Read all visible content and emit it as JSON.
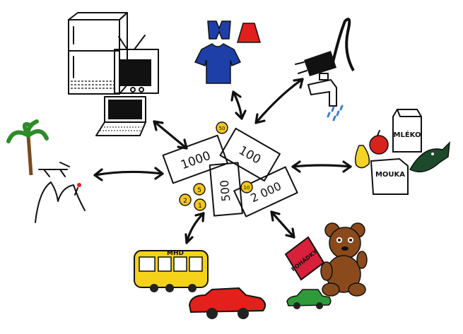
{
  "banknotes": {
    "note_1000": "1000",
    "note_100": "100",
    "note_500": "500",
    "note_2000": "2 000"
  },
  "coins": {
    "coin_50": "50",
    "coin_5": "5",
    "coin_10": "10",
    "coin_2": "2",
    "coin_1": "1"
  },
  "labels": {
    "milk_carton": "MLÉKO",
    "flour_bag": "MOUKA",
    "bus_sign": "MHD",
    "book_title": "POHÁDKY"
  },
  "colors": {
    "coin_gold": "#f2c81e",
    "bus_yellow": "#f5d21a",
    "car_red": "#e3201b",
    "car_green": "#2e9a3a",
    "shirt_blue": "#1f3fa8",
    "skirt_red": "#e0201c",
    "bear_brown": "#8b4a1c",
    "book_red": "#d8203a",
    "palm_green": "#2f8a2a"
  },
  "icons": [
    "fridge-icon",
    "tv-icon",
    "laptop-icon",
    "clothes-icon",
    "plug-icon",
    "tap-icon",
    "food-icon",
    "toy-bear-icon",
    "book-icon",
    "car-icon",
    "bus-icon",
    "palm-tree-icon",
    "mountain-icon"
  ]
}
